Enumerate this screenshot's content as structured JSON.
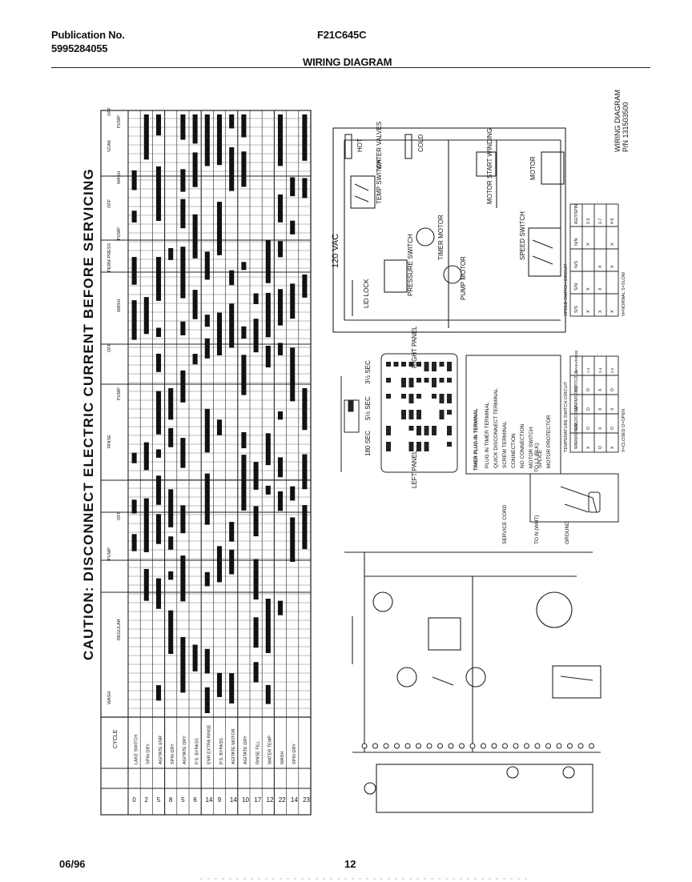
{
  "header": {
    "publication_label": "Publication No.",
    "publication_number": "5995284055",
    "model": "F21C645C",
    "title": "WIRING DIAGRAM"
  },
  "caution_text": "CAUTION: DISCONNECT ELECTRIC CURRENT BEFORE SERVICING",
  "wiring_diagram_label": "WIRING DIAGRAM",
  "part_number": "P/N 131503500",
  "timer_chart": {
    "step_numbers": [
      "0",
      "2",
      "5",
      "8",
      "5",
      "6",
      "14",
      "9",
      "14",
      "10",
      "17",
      "12",
      "22",
      "14",
      "23"
    ],
    "cycle_steps": [
      "LAKE SWITCH",
      "SPIN DRY",
      "AGITATE ENR",
      "SPIN DRY",
      "AGITATE DRY",
      "P.S. BYPASS",
      "ENR EXTRA RINSE",
      "P.S. BYPASS",
      "AGITATE MOTOR",
      "AGITATE DRY",
      "RINSE FILL",
      "WATER TEMP",
      "WASH",
      "SPIN DRY"
    ],
    "cycle_header": "CYCLE",
    "sections": [
      "WASH",
      "REGULAR",
      "PUMP",
      "OFF",
      "RINSE",
      "PUMP",
      "OFF",
      "WASH",
      "PERM PRESS",
      "PUMP",
      "OFF",
      "WASH",
      "SOAK",
      "PUMP",
      "OFF"
    ]
  },
  "schematic": {
    "voltage": "120 VAC",
    "labels": [
      "WATER VALVES",
      "TEMP SWITCH",
      "TIMER MOTOR",
      "PRESSURE SWITCH",
      "LID LOCK",
      "PUMP MOTOR",
      "MOTOR START WINDING",
      "MOTOR",
      "SPEED SWITCH",
      "HOT",
      "COLD"
    ]
  },
  "timer_sequence": {
    "labels": [
      "3½ SEC",
      "5½ SEC",
      "180 SEC"
    ],
    "left_panel": "LEFT PANEL",
    "right_panel": "RIGHT PANEL"
  },
  "legend": {
    "title": "TIMER PLUG-IN TERMINAL",
    "items": [
      "PLUG IN TIMER TERMINAL",
      "QUICK DISCONNECT TERMINAL",
      "SCREW TERMINAL",
      "CONNECTION",
      "NO CONNECTION",
      "MOTOR SWITCH",
      "SPLICE",
      "MOTOR PROTECTOR"
    ]
  },
  "speed_switch_table": {
    "title": "SPEED SWITCH CIRCUIT",
    "columns": [
      "AGIT/SPIN",
      "2-3",
      "1-7",
      "4-5"
    ],
    "rows": [
      [
        "N/N",
        "X",
        "",
        "X"
      ],
      [
        "N/S",
        "",
        "X",
        "X"
      ],
      [
        "S/N",
        "X",
        "X",
        ""
      ],
      [
        "S/S",
        "X",
        "X",
        "X"
      ]
    ],
    "note": "N=NORMAL  S=SLOW"
  },
  "temperature_table": {
    "title": "TEMPERATURE SWITCH CIRCUIT",
    "columns": [
      "WASH/RINSE",
      "1-3",
      "2-4",
      "2-5"
    ],
    "rows": [
      [
        "HOT/COLD",
        "O",
        "X",
        "O"
      ],
      [
        "WARM/COLD",
        "O",
        "X",
        "X"
      ],
      [
        "COLD/COLD",
        "O",
        "X",
        "O"
      ],
      [
        "WARM/WARM",
        "X",
        "O",
        "X"
      ]
    ],
    "note": "X=CLOSED  O=OPEN"
  },
  "service_cord": {
    "label": "SERVICE CORD",
    "labels": [
      "TO L1 (BLK)",
      "TO N (WHT)",
      "GROUND"
    ]
  },
  "footer": {
    "date": "06/96",
    "page": "12"
  },
  "colors": {
    "ink": "#111111",
    "paper": "#ffffff"
  }
}
